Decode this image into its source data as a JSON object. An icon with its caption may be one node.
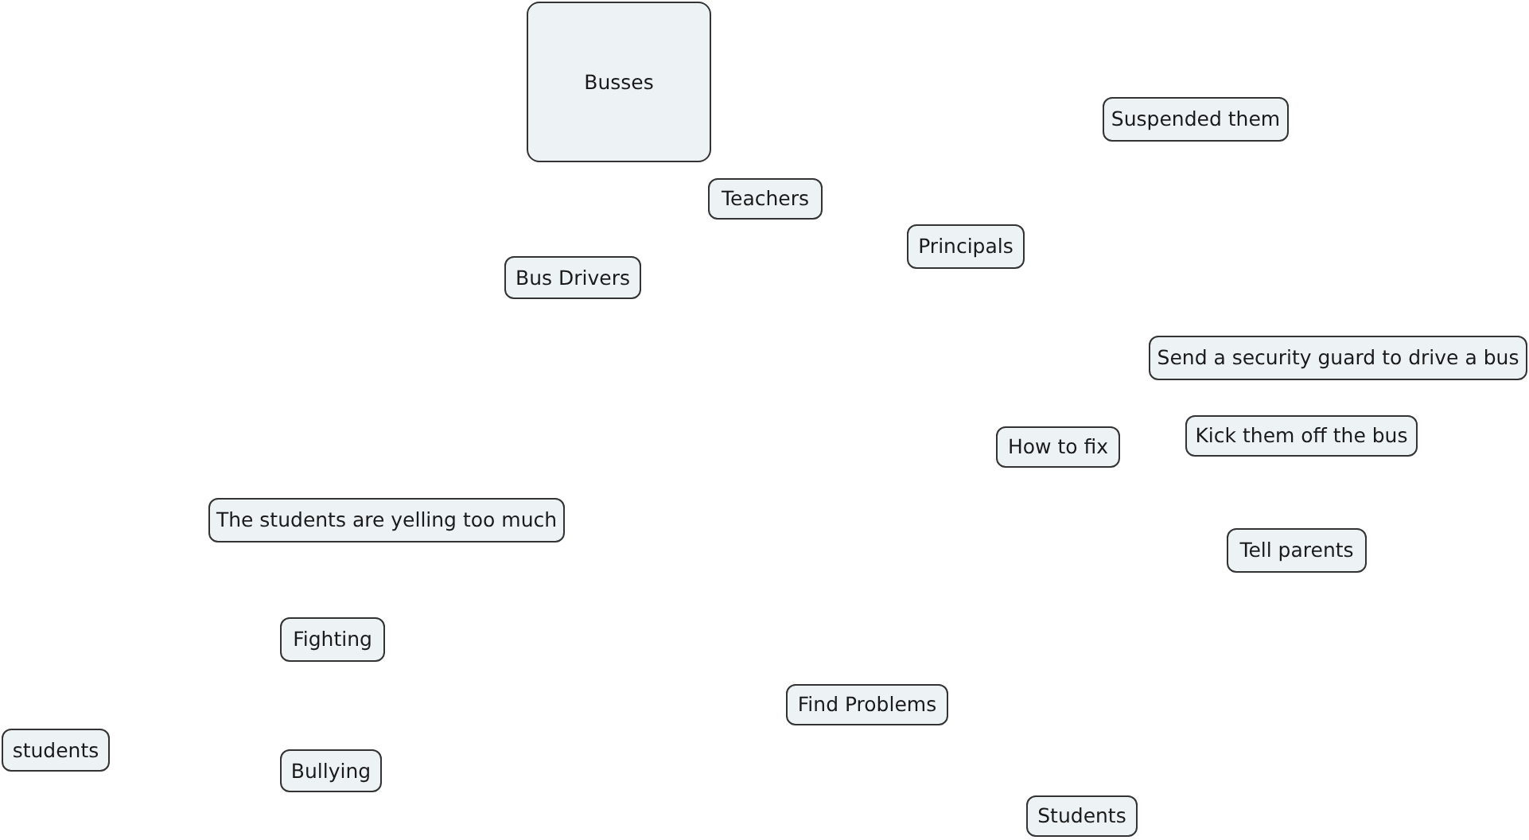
{
  "diagram": {
    "nodes": [
      {
        "text": [
          "Busses"
        ]
      },
      {
        "text": [
          "Suspended them"
        ]
      },
      {
        "text": [
          "Teachers"
        ]
      },
      {
        "text": [
          "Principals"
        ]
      },
      {
        "text": [
          "Bus Drivers"
        ]
      },
      {
        "text": [
          "Send a security guard to drive a bus"
        ]
      },
      {
        "text": [
          "Kick them off the bus"
        ]
      },
      {
        "text": [
          "How to fix"
        ]
      },
      {
        "text": [
          "The students are yelling too much"
        ]
      },
      {
        "text": [
          "Tell parents"
        ]
      },
      {
        "text": [
          "Fighting"
        ]
      },
      {
        "text": [
          "Find Problems"
        ]
      },
      {
        "text": [
          "students"
        ]
      },
      {
        "text": [
          "Bullying"
        ]
      },
      {
        "text": [
          "Students"
        ]
      }
    ]
  }
}
